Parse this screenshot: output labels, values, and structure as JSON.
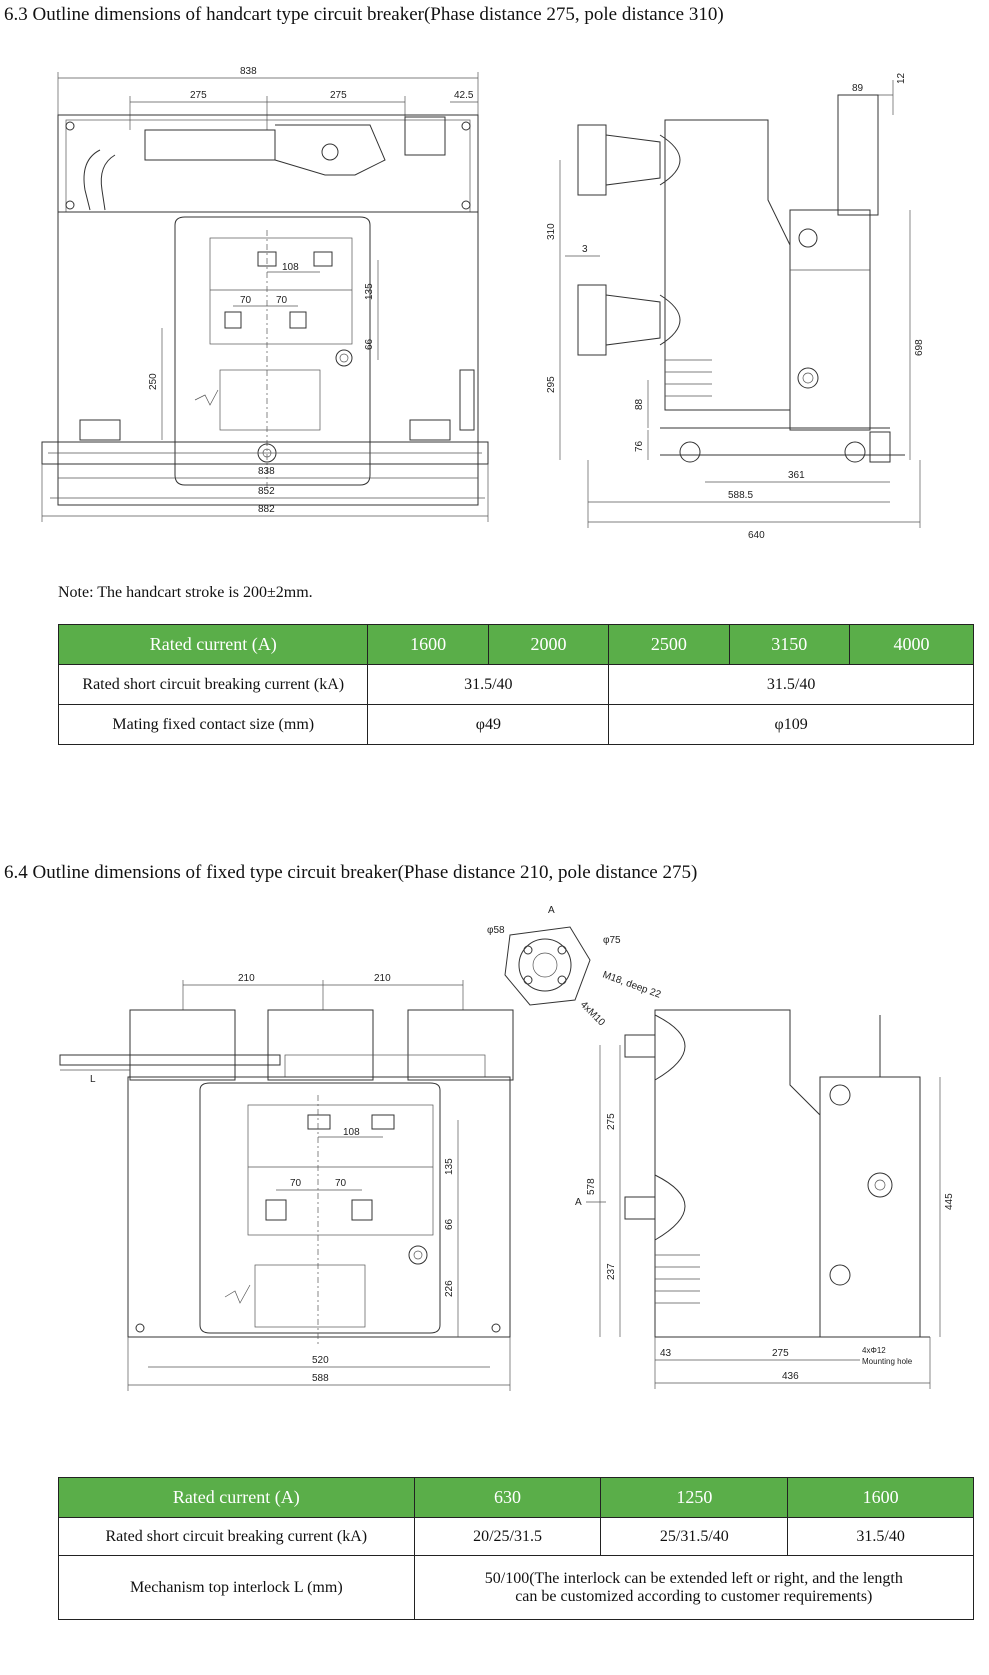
{
  "section1": {
    "heading": "6.3 Outline dimensions of handcart type circuit breaker(Phase distance 275, pole distance 310)",
    "front_dims": {
      "top_total": "838",
      "phase_left": "275",
      "phase_right": "275",
      "right_offset": "42.5",
      "center_108": "108",
      "left_70": "70",
      "right_70": "70",
      "vert_135": "135",
      "vert_66": "66",
      "vert_250": "250",
      "bottom_838": "838",
      "bottom_852": "852",
      "bottom_882": "882"
    },
    "side_dims": {
      "top_89": "89",
      "top_12": "12",
      "pole_310": "310",
      "gap_3": "3",
      "height_698": "698",
      "height_295": "295",
      "height_88": "88",
      "height_76": "76",
      "depth_361": "361",
      "depth_588": "588.5",
      "depth_640": "640"
    },
    "note": "Note: The handcart stroke is 200±2mm.",
    "table": {
      "header_label": "Rated current (A)",
      "currents": [
        "1600",
        "2000",
        "2500",
        "3150",
        "4000"
      ],
      "row_breaking_label": "Rated short circuit breaking current (kA)",
      "breaking_a": "31.5/40",
      "breaking_b": "31.5/40",
      "row_contact_label": "Mating fixed contact size (mm)",
      "contact_a": "φ49",
      "contact_b": "φ109"
    }
  },
  "section2": {
    "heading": "6.4 Outline dimensions of fixed type circuit breaker(Phase distance 210, pole distance 275)",
    "detail_dims": {
      "view_a": "A",
      "dia_58": "φ58",
      "dia_75": "φ75",
      "thread": "M18, deep 22",
      "bolts": "4xM10"
    },
    "front_dims": {
      "phase_left": "210",
      "phase_right": "210",
      "interlock_L": "L",
      "center_108": "108",
      "left_70": "70",
      "right_70": "70",
      "vert_135": "135",
      "vert_66": "66",
      "vert_226": "226",
      "bottom_520": "520",
      "bottom_588": "588"
    },
    "side_dims": {
      "view_arrow": "A",
      "height_275": "275",
      "height_578": "578",
      "height_237": "237",
      "height_445": "445",
      "depth_43": "43",
      "depth_275": "275",
      "depth_436": "436",
      "mount_holes": "4xΦ12",
      "mount_label": "Mounting hole"
    },
    "table": {
      "header_label": "Rated current (A)",
      "currents": [
        "630",
        "1250",
        "1600"
      ],
      "row_breaking_label": "Rated short circuit breaking current (kA)",
      "breaking": [
        "20/25/31.5",
        "25/31.5/40",
        "31.5/40"
      ],
      "row_interlock_label": "Mechanism top interlock  L (mm)",
      "interlock_line1": "50/100(The interlock can be extended left or right, and the length",
      "interlock_line2": "can be customized according to customer requirements)"
    }
  }
}
